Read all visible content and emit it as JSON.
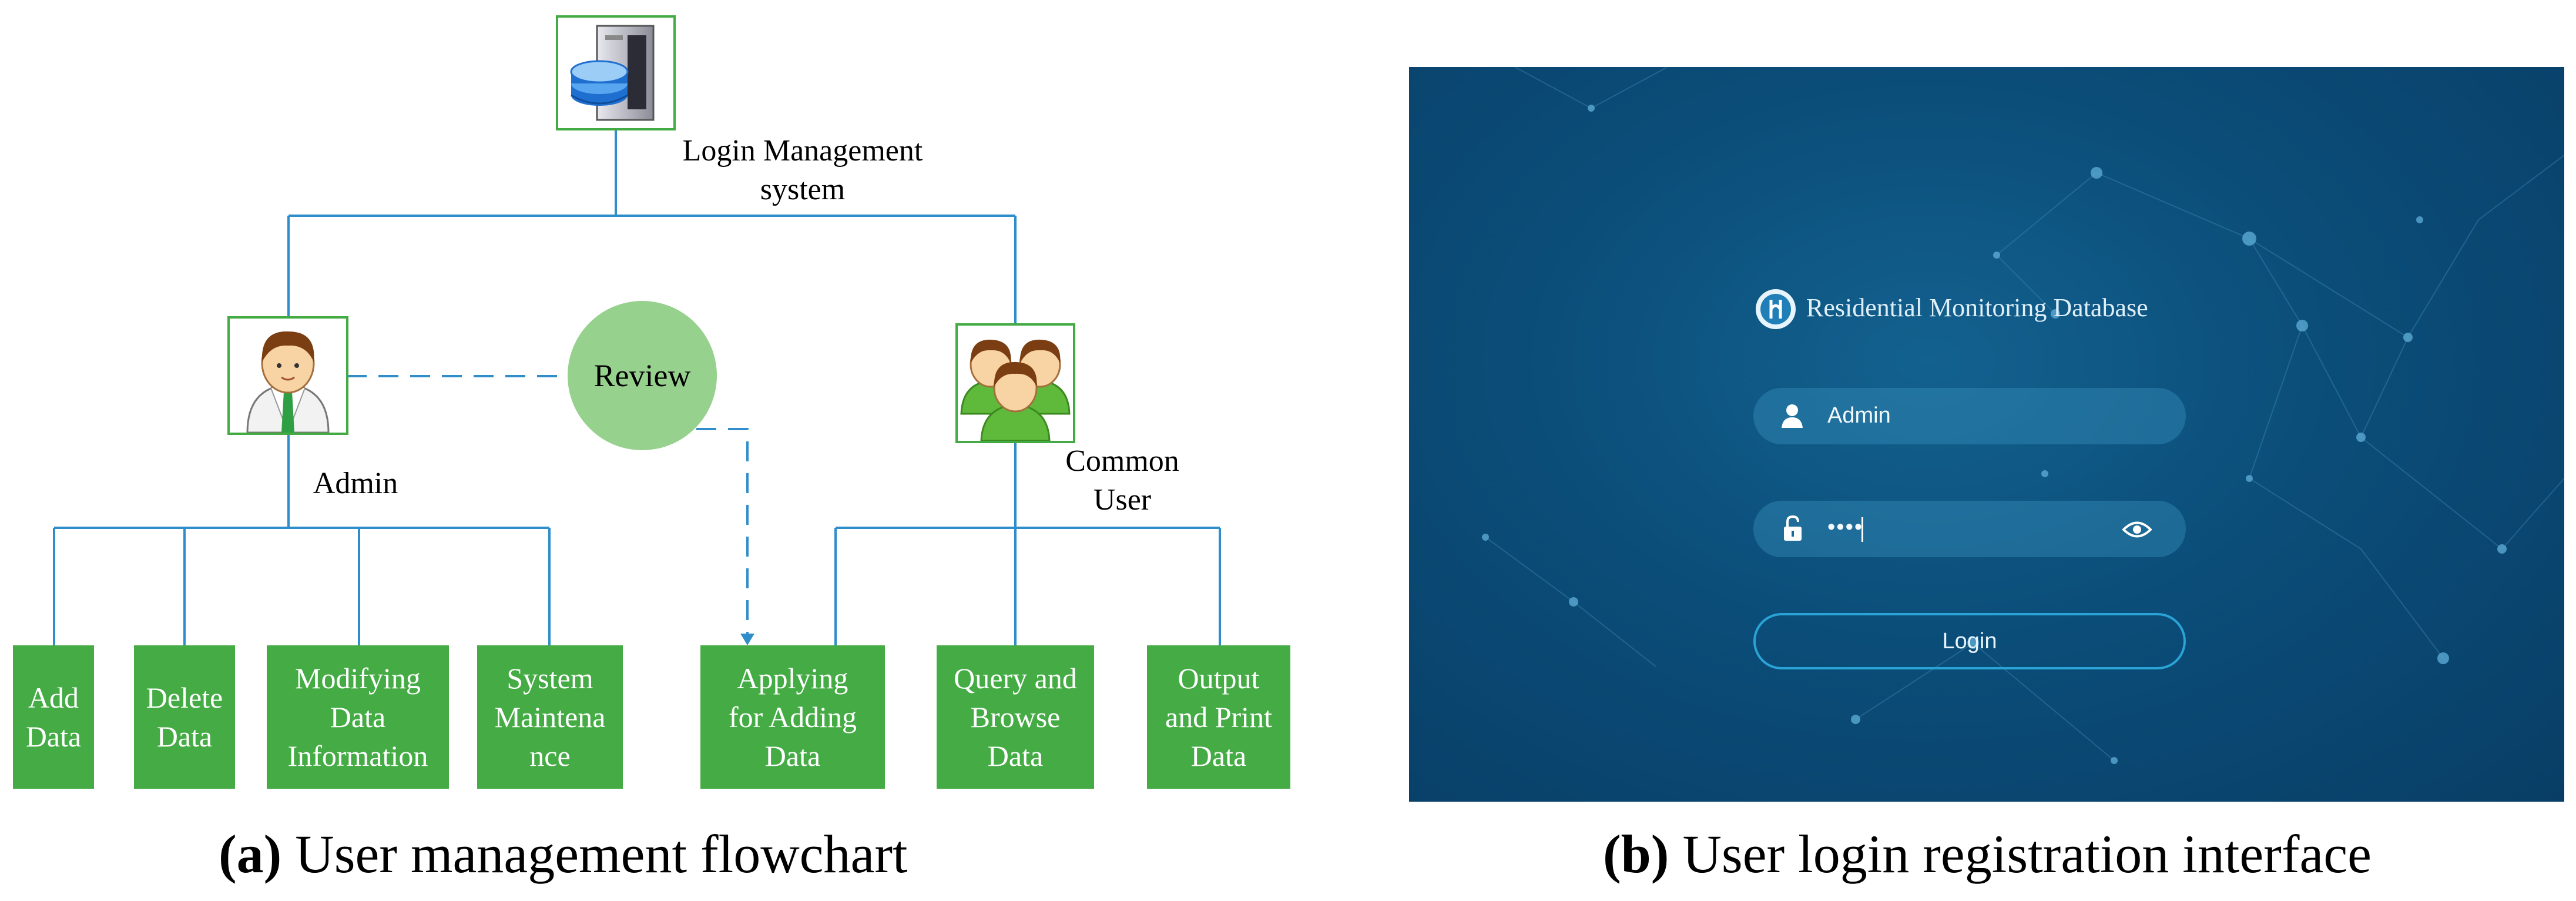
{
  "flowchart": {
    "root_label": "Login Management\nsystem",
    "admin_label": "Admin",
    "review_label": "Review",
    "common_user_label": "Common\nUser",
    "admin_tasks": [
      "Add\nData",
      "Delete\nData",
      "Modifying\nData\nInformation",
      "System\nMaintena\nnce"
    ],
    "user_tasks": [
      "Applying\nfor Adding\nData",
      "Query and\nBrowse\nData",
      "Output\nand Print\nData"
    ],
    "icons": [
      "database-server-icon",
      "admin-user-icon",
      "user-group-icon"
    ],
    "colors": {
      "box": "#45ac45",
      "line": "#2f8ec9",
      "review": "#96d18d",
      "frame": "#44ab44"
    }
  },
  "login": {
    "title": "Residential Monitoring Database",
    "username_value": "Admin",
    "password_value": "••••",
    "login_button": "Login",
    "icons": [
      "logo-icon",
      "user-icon",
      "lock-icon",
      "eye-icon"
    ],
    "colors": {
      "background": "#0b4d79",
      "accent": "#2aa3d6"
    }
  },
  "captions": {
    "a_tag": "(a)",
    "a_text": " User management flowchart",
    "b_tag": "(b)",
    "b_text": " User login registration interface"
  }
}
